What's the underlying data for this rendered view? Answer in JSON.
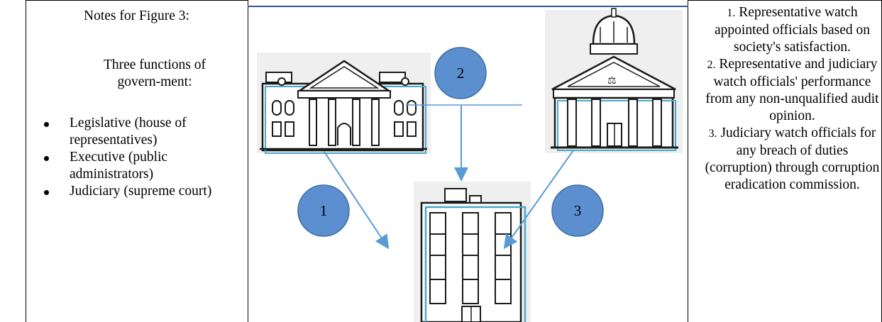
{
  "notes": {
    "title": "Notes for Figure 3:",
    "subtitle": "Three functions of govern-ment:",
    "items": [
      "Legislative (house of representatives)",
      "Executive (public administrators)",
      "Judiciary (supreme court)"
    ]
  },
  "diagram": {
    "markers": [
      "2",
      "1",
      "3"
    ],
    "buildings": [
      "legislative-building",
      "judiciary-building",
      "executive-building"
    ],
    "colors": {
      "marker_fill": "#5B8FD0",
      "arrow": "#5B9BD5",
      "building_outline": "#1a1a1a",
      "building_shadow": "#4aa8cc",
      "building_bg": "#efefef"
    }
  },
  "explanations": [
    {
      "num": "1.",
      "text": "Representative watch appointed officials based on society's satisfaction."
    },
    {
      "num": "2.",
      "text": "Representative and judiciary watch officials' performance from any non-unqualified audit opinion."
    },
    {
      "num": "3.",
      "text": "Judiciary watch officials for any breach of duties (corruption) through corruption eradication commission."
    }
  ]
}
